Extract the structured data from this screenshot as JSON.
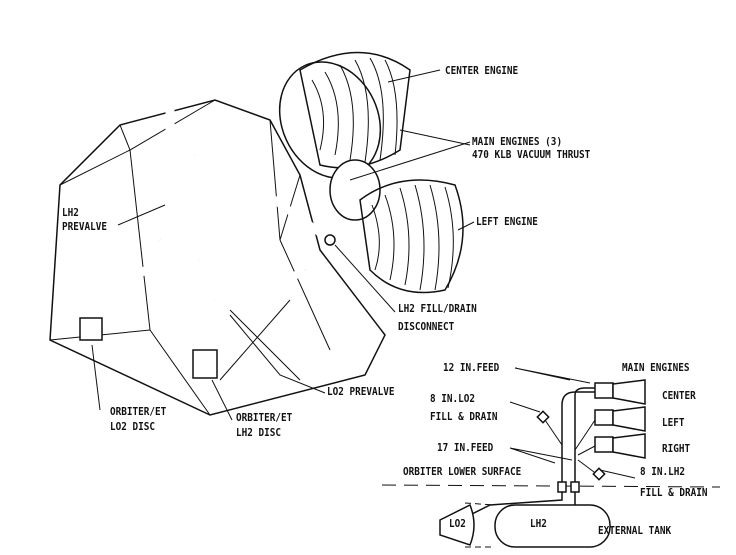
{
  "main_view": {
    "center_engine": "CENTER ENGINE",
    "main_engines_line1": "MAIN ENGINES (3)",
    "main_engines_line2": "470 KLB VACUUM THRUST",
    "left_engine": "LEFT ENGINE",
    "lh2_prevalve_line1": "LH2",
    "lh2_prevalve_line2": "PREVALVE",
    "lh2_fill_drain_line1": "LH2 FILL/DRAIN",
    "lh2_fill_drain_line2": "DISCONNECT",
    "lo2_prevalve": "LO2 PREVALVE",
    "lo2_disc_line1": "ORBITER/ET",
    "lo2_disc_line2": "LO2 DISC",
    "lh2_disc_line1": "ORBITER/ET",
    "lh2_disc_line2": "LH2 DISC"
  },
  "inset": {
    "feed_12": "12 IN.FEED",
    "lo2_fill_line1": "8 IN.LO2",
    "lo2_fill_line2": "FILL & DRAIN",
    "feed_17": "17 IN.FEED",
    "lower_surface": "ORBITER LOWER SURFACE",
    "main_engines": "MAIN ENGINES",
    "center": "CENTER",
    "left": "LEFT",
    "right": "RIGHT",
    "lh2_fill_line1": "8 IN.LH2",
    "lh2_fill_line2": "FILL & DRAIN",
    "lo2_tank": "LO2",
    "lh2_tank": "LH2",
    "external_tank": "EXTERNAL TANK"
  }
}
